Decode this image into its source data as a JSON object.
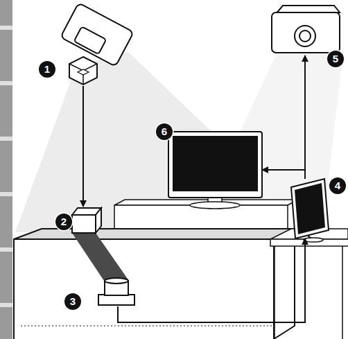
{
  "diagram": {
    "nodes": [
      {
        "text": [
          "1"
        ]
      },
      {
        "text": [
          "2"
        ]
      },
      {
        "text": [
          "3"
        ]
      },
      {
        "text": [
          "4"
        ]
      },
      {
        "text": [
          "5"
        ]
      },
      {
        "text": [
          "6"
        ]
      }
    ],
    "edges": [
      {
        "from": 0,
        "to": 1,
        "arrow": "to"
      },
      {
        "from": 2,
        "to": 3,
        "arrow": "to"
      },
      {
        "from": 3,
        "to": 4,
        "arrow": "to"
      },
      {
        "from": 3,
        "to": 5,
        "arrow": "to"
      }
    ]
  }
}
